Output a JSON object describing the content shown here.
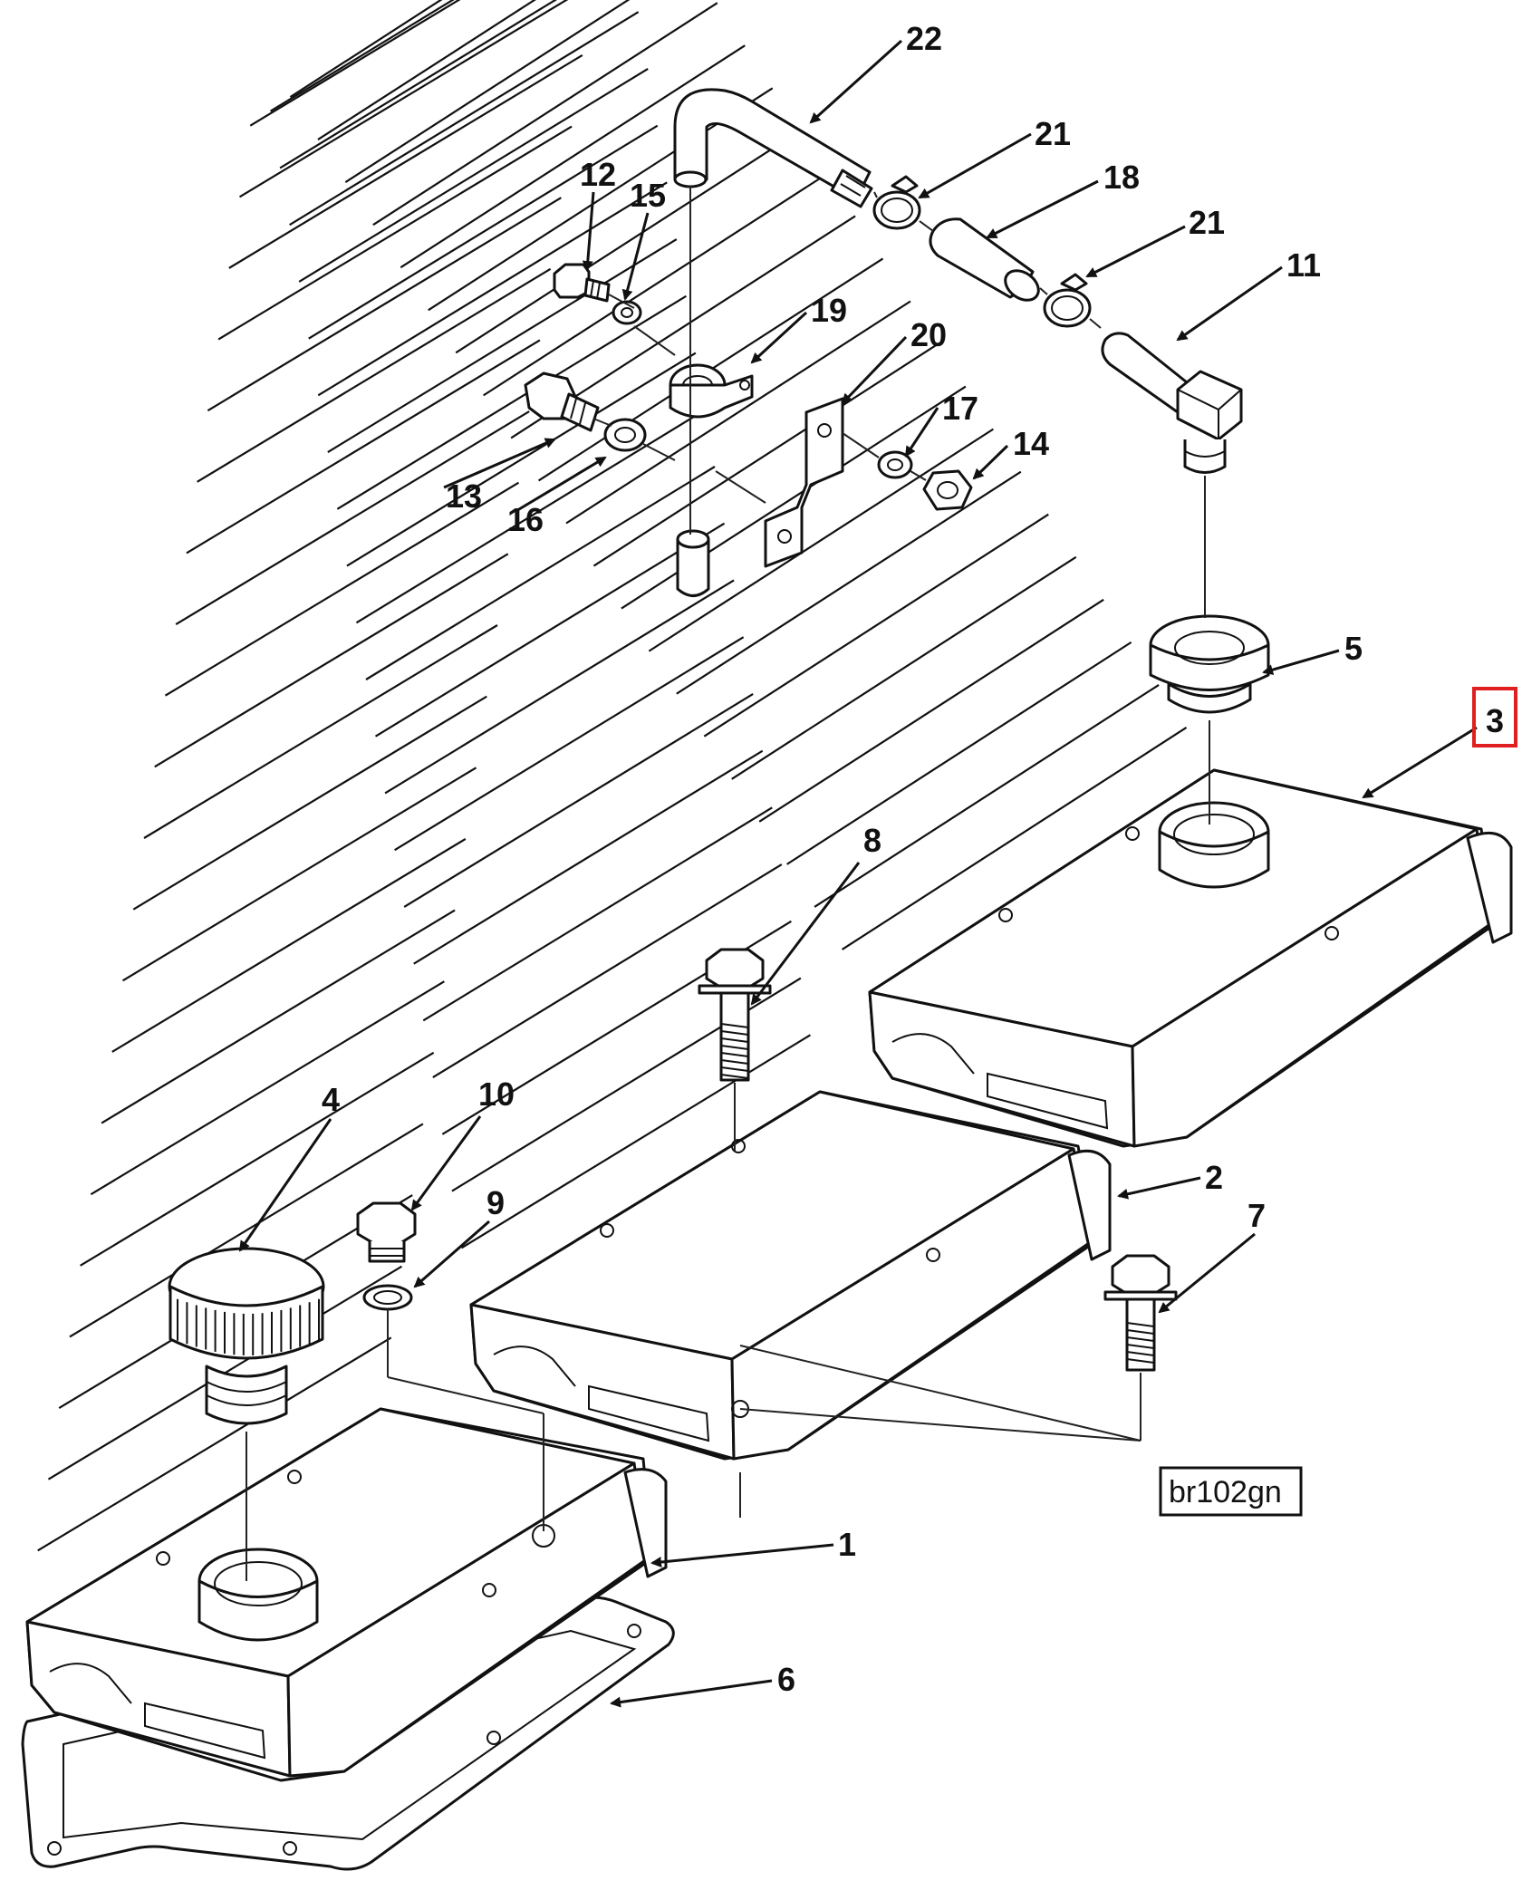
{
  "figure": {
    "reference_code": "br102gn",
    "highlight_color": "#e02020",
    "highlighted_callout": "3"
  },
  "callouts": [
    {
      "id": "1",
      "label": "1"
    },
    {
      "id": "2",
      "label": "2"
    },
    {
      "id": "3",
      "label": "3"
    },
    {
      "id": "4",
      "label": "4"
    },
    {
      "id": "5",
      "label": "5"
    },
    {
      "id": "6",
      "label": "6"
    },
    {
      "id": "7",
      "label": "7"
    },
    {
      "id": "8",
      "label": "8"
    },
    {
      "id": "9",
      "label": "9"
    },
    {
      "id": "10",
      "label": "10"
    },
    {
      "id": "11",
      "label": "11"
    },
    {
      "id": "12",
      "label": "12"
    },
    {
      "id": "13",
      "label": "13"
    },
    {
      "id": "14",
      "label": "14"
    },
    {
      "id": "15",
      "label": "15"
    },
    {
      "id": "16",
      "label": "16"
    },
    {
      "id": "17",
      "label": "17"
    },
    {
      "id": "18",
      "label": "18"
    },
    {
      "id": "19",
      "label": "19"
    },
    {
      "id": "20",
      "label": "20"
    },
    {
      "id": "21a",
      "label": "21"
    },
    {
      "id": "21b",
      "label": "21"
    },
    {
      "id": "22",
      "label": "22"
    }
  ]
}
